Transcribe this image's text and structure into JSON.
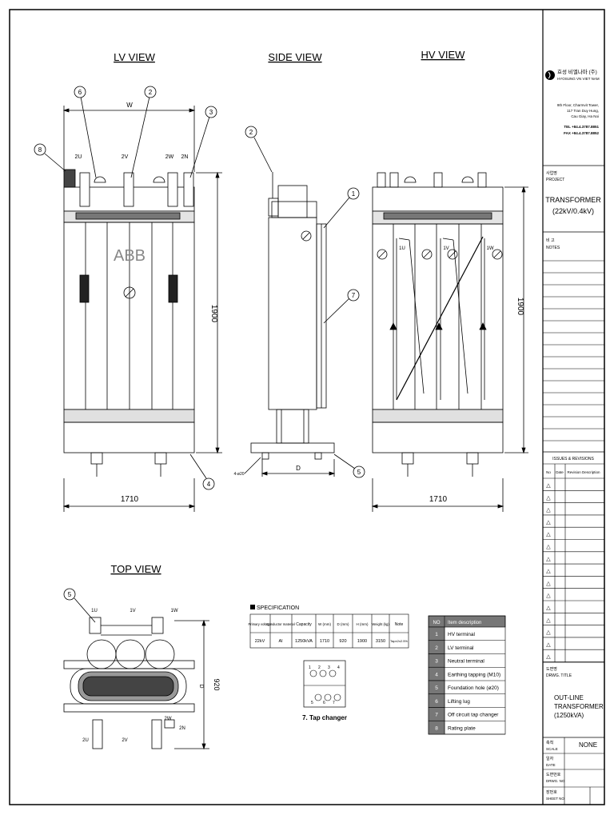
{
  "views": {
    "lv": "LV VIEW",
    "side": "SIDE VIEW",
    "hv": "HV VIEW",
    "top": "TOP VIEW"
  },
  "lv": {
    "width_label": "W",
    "height_dim": "1900",
    "length_dim": "1710",
    "brand": "ABB",
    "terminals": [
      "2U",
      "2V",
      "2W",
      "2N"
    ],
    "balloons": [
      "6",
      "2",
      "3",
      "8",
      "4"
    ]
  },
  "side": {
    "depth_label": "D",
    "foot_note": "4-ø20",
    "balloons": [
      "2",
      "1",
      "7",
      "5"
    ]
  },
  "hv": {
    "height_dim": "1900",
    "length_dim": "1710",
    "terminals": [
      "1U",
      "1V",
      "1W"
    ]
  },
  "top": {
    "balloon": "5",
    "hv_terminals": [
      "1U",
      "1V",
      "1W"
    ],
    "lv_terminals": [
      "2U",
      "2V",
      "2W",
      "2N"
    ],
    "depth_dim": "920",
    "depth_label": "D"
  },
  "specification": {
    "title": "SPECIFICATION",
    "headers": [
      "Primary voltage",
      "Conductor material",
      "Capacity",
      "W (mm)",
      "D (mm)",
      "H (mm)",
      "Weight (kg)",
      "Note"
    ],
    "row": [
      "22kV",
      "Al",
      "1250kVA",
      "1710",
      "920",
      "1900",
      "3150",
      "Tap±2x2.5%"
    ]
  },
  "tap_changer": {
    "caption": "7. Tap changer",
    "numbers": [
      "1",
      "2",
      "3",
      "4",
      "5",
      "6",
      "7"
    ]
  },
  "item_table": {
    "headers": [
      "NO",
      "Item description"
    ],
    "rows": [
      [
        "1",
        "HV terminal"
      ],
      [
        "2",
        "LV terminal"
      ],
      [
        "3",
        "Neutral terminal"
      ],
      [
        "4",
        "Earthing tapping (M10)"
      ],
      [
        "5",
        "Foundation hole (ø20)"
      ],
      [
        "6",
        "Lifting lug"
      ],
      [
        "7",
        "Off circuit tap changer"
      ],
      [
        "8",
        "Rating plate"
      ]
    ]
  },
  "title_block": {
    "company_korean": "효성 비엘나마 (주)",
    "company": "HYOSUNG VN VIET NAM",
    "address": [
      "9th Floor, Charmvit Tower,",
      "117 Tran Duy Hung,",
      "Cau Giay, Ha Noi",
      "TEL +84.4.3787.8851",
      "FAX +84.4.3787.8852"
    ],
    "project_korean": "사업명",
    "project_label": "PROJECT",
    "project_name": "TRANSFORMER",
    "project_rating": "(22kV/0.4kV)",
    "notes_korean": "비 고",
    "notes_label": "NOTES",
    "issues_label": "ISSUES & REVISIONS",
    "rev_headers": [
      "No",
      "Date",
      "Revision Description"
    ],
    "rev_mark": "△",
    "drwg_korean": "도면명",
    "drwg_label": "DRWG. TITLE",
    "drwg_title": [
      "OUT-LINE",
      "TRANSFORMER",
      "(1250kVA)"
    ],
    "scale_korean": "축척",
    "scale_label": "SCALE",
    "scale_value": "NONE",
    "date_korean": "일자",
    "date_label": "DATE",
    "drwg_no_korean": "도면번호",
    "drwg_no_label": "DRWG. NO",
    "sheet_korean": "장번호",
    "sheet_label": "SHEET NO"
  }
}
